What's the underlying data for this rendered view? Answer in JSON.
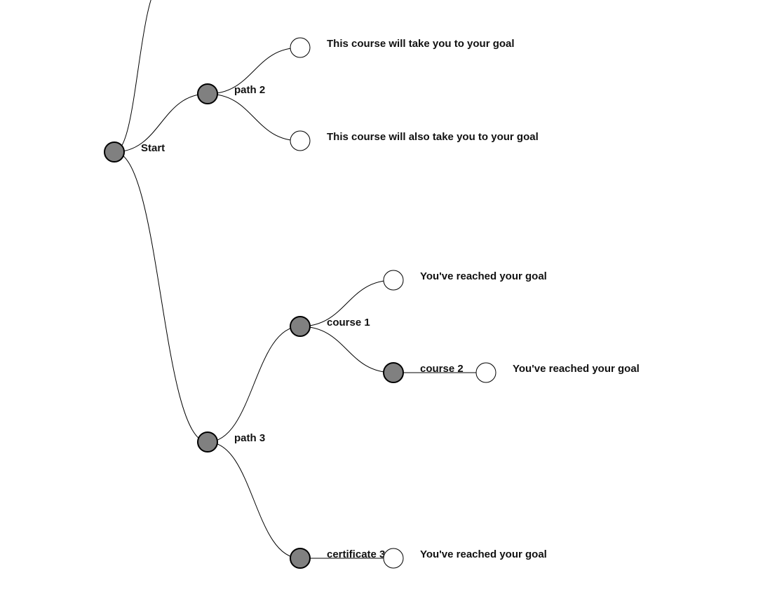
{
  "tree": {
    "colors": {
      "inner_node_fill": "#808080",
      "leaf_node_fill": "#ffffff",
      "node_stroke": "#000000",
      "link_stroke": "#000000"
    },
    "nodes": [
      {
        "id": "root",
        "label": "Start",
        "type": "inner"
      },
      {
        "id": "path2",
        "label": "path 2",
        "type": "inner",
        "parent": "root"
      },
      {
        "id": "goal-a",
        "label": "This course will take you to your goal",
        "type": "leaf",
        "parent": "path2"
      },
      {
        "id": "goal-b",
        "label": "This course will also take you to your goal",
        "type": "leaf",
        "parent": "path2"
      },
      {
        "id": "path3",
        "label": "path 3",
        "type": "inner",
        "parent": "root"
      },
      {
        "id": "course1",
        "label": "course 1",
        "type": "inner",
        "parent": "path3"
      },
      {
        "id": "goal-c",
        "label": "You've reached your goal",
        "type": "leaf",
        "parent": "course1"
      },
      {
        "id": "course2",
        "label": "course 2",
        "type": "inner",
        "parent": "course1"
      },
      {
        "id": "goal-d",
        "label": "You've reached your goal",
        "type": "leaf",
        "parent": "course2"
      },
      {
        "id": "cert3",
        "label": "certificate 3",
        "type": "inner",
        "parent": "path3"
      },
      {
        "id": "goal-e",
        "label": "You've reached your goal",
        "type": "leaf",
        "parent": "cert3"
      }
    ]
  }
}
